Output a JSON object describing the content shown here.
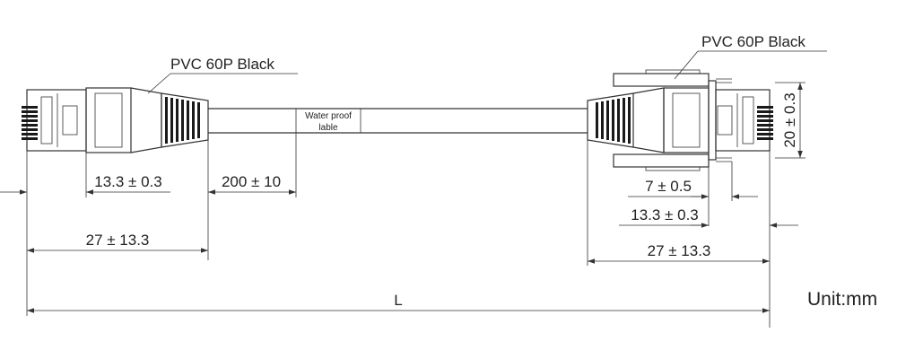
{
  "callouts": {
    "left_material": "PVC 60P Black",
    "right_material": "PVC 60P Black"
  },
  "label_tag": {
    "line1": "Water proof",
    "line2": "lable"
  },
  "dimensions": {
    "left_boot": "13.3 ± 0.3",
    "label_offset": "200 ± 10",
    "left_overall": "27 ± 13.3",
    "right_tip": "7 ± 0.5",
    "right_boot": "13.3 ± 0.3",
    "right_overall": "27 ± 13.3",
    "right_height": "20 ± 0.3",
    "total_length": "L"
  },
  "unit": "Unit:mm"
}
